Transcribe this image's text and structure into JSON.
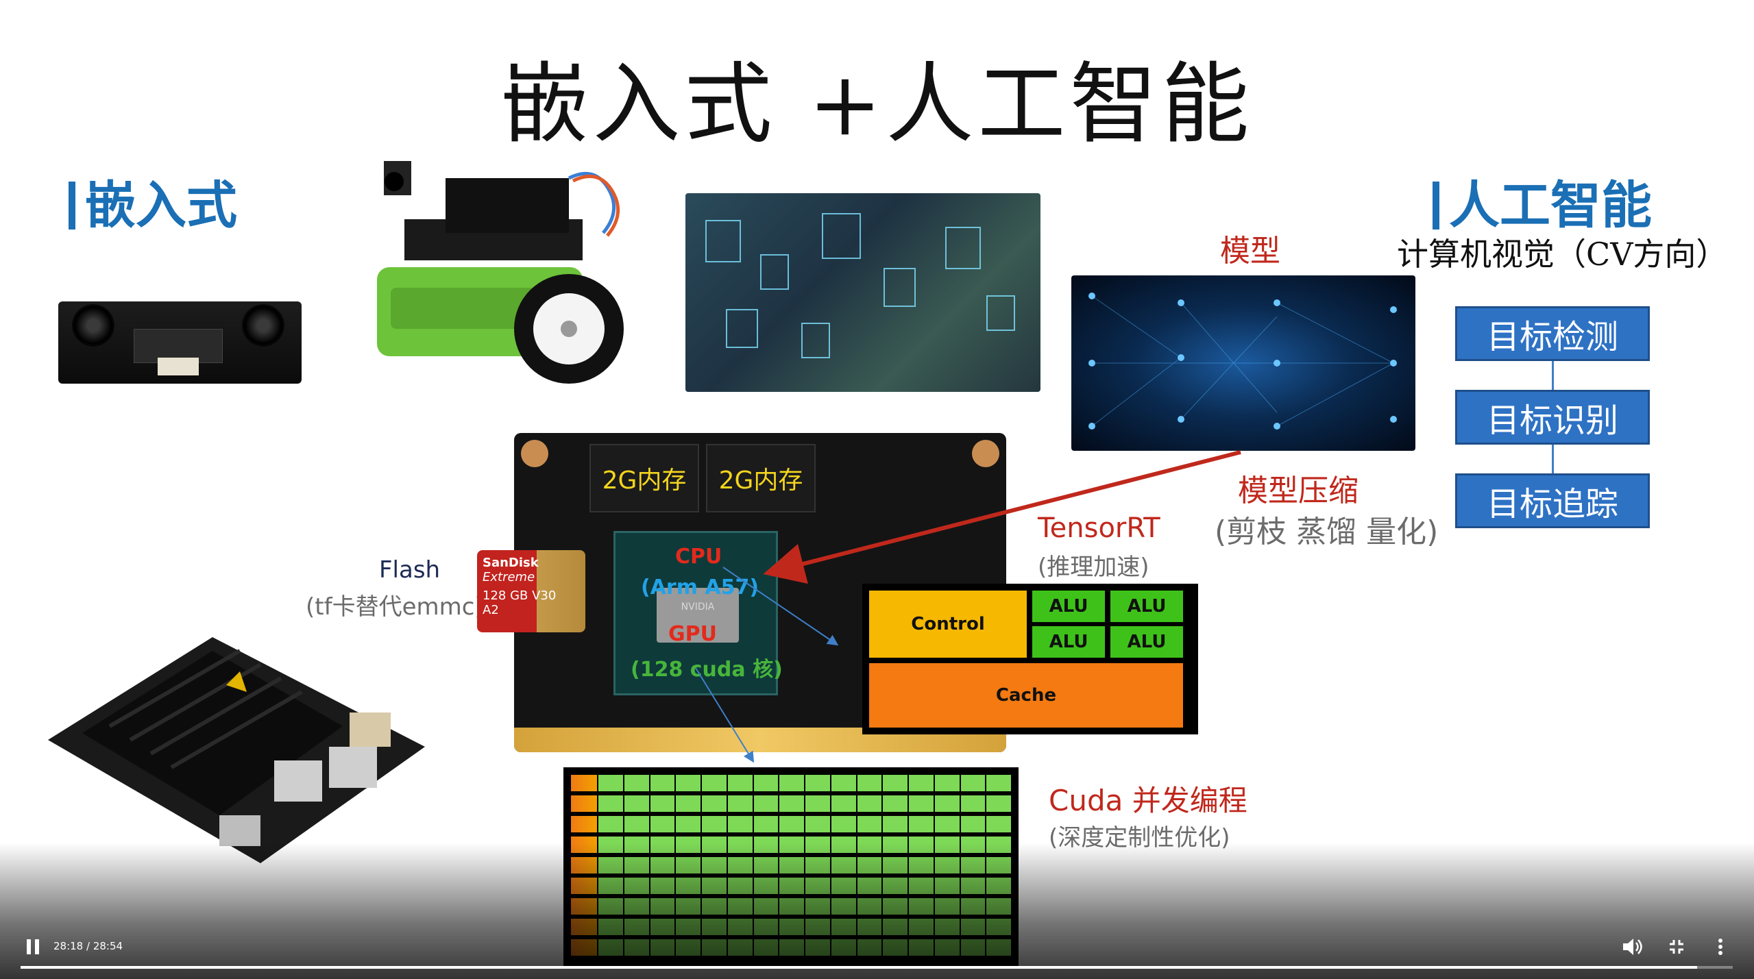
{
  "slide": {
    "title": "嵌入式 +人工智能",
    "left_heading": "嵌入式",
    "right_heading": "人工智能",
    "cv_subtitle": "计算机视觉（CV方向）",
    "model_label": "模型",
    "flow_steps": [
      "目标检测",
      "目标识别",
      "目标追踪"
    ],
    "model_compression": "模型压缩",
    "compression_detail": "(剪枝 蒸馏 量化)",
    "tensorrt": "TensorRT",
    "tensorrt_detail": "(推理加速)",
    "flash": "Flash",
    "flash_detail": "(tf卡替代emmc)",
    "memory_chips": [
      "2G内存",
      "2G内存"
    ],
    "cpu": "CPU",
    "cpu_detail": "(Arm A57)",
    "gpu": "GPU",
    "gpu_detail": "(128 cuda 核)",
    "nvidia_mark": "NVIDIA",
    "sd_card": {
      "brand": "SanDisk",
      "line": "Extreme",
      "capacity": "128 GB",
      "speed": "V30",
      "class": "A2"
    },
    "arch_diagram": {
      "control": "Control",
      "alu_labels": [
        "ALU",
        "ALU",
        "ALU",
        "ALU"
      ],
      "cache": "Cache"
    },
    "cuda": "Cuda 并发编程",
    "cuda_detail": "(深度定制性优化)",
    "image_descriptions": []
  },
  "player": {
    "time": "28:18 / 28:54",
    "progress": 0.979,
    "pause_icon": "pause-icon",
    "volume_icon": "volume-icon",
    "exit_fullscreen_icon": "exit-fullscreen-icon",
    "more_icon": "more-vert-icon"
  },
  "colors": {
    "accent_blue": "#1a6fb5",
    "label_red": "#c0281c",
    "flow_box": "#2e72c4",
    "control": "#f6b800",
    "alu": "#3ec21a",
    "cache": "#f47a11"
  }
}
